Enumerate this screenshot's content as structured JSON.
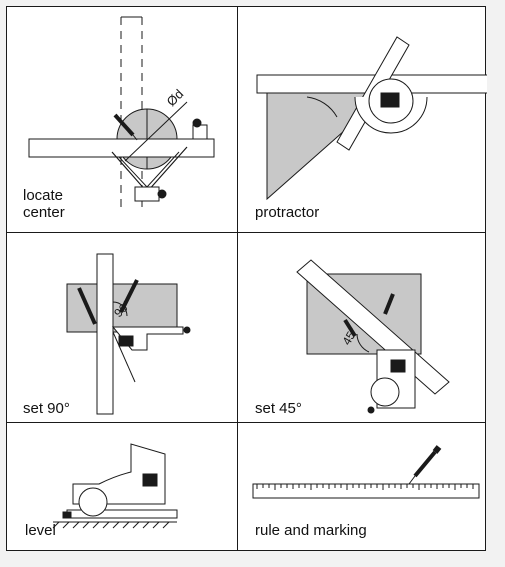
{
  "cells": {
    "locate_center": {
      "label": "locate\ncenter",
      "annotation": "Ød"
    },
    "protractor": {
      "label": "protractor"
    },
    "set_90": {
      "label": "set 90°",
      "annotation": "90°"
    },
    "set_45": {
      "label": "set 45°",
      "annotation": "45°"
    },
    "level": {
      "label": "level"
    },
    "rule_marking": {
      "label": "rule and marking"
    }
  },
  "colors": {
    "line": "#1a1a1a",
    "shade": "#c8c8c8",
    "page": "#f2f2f2"
  }
}
